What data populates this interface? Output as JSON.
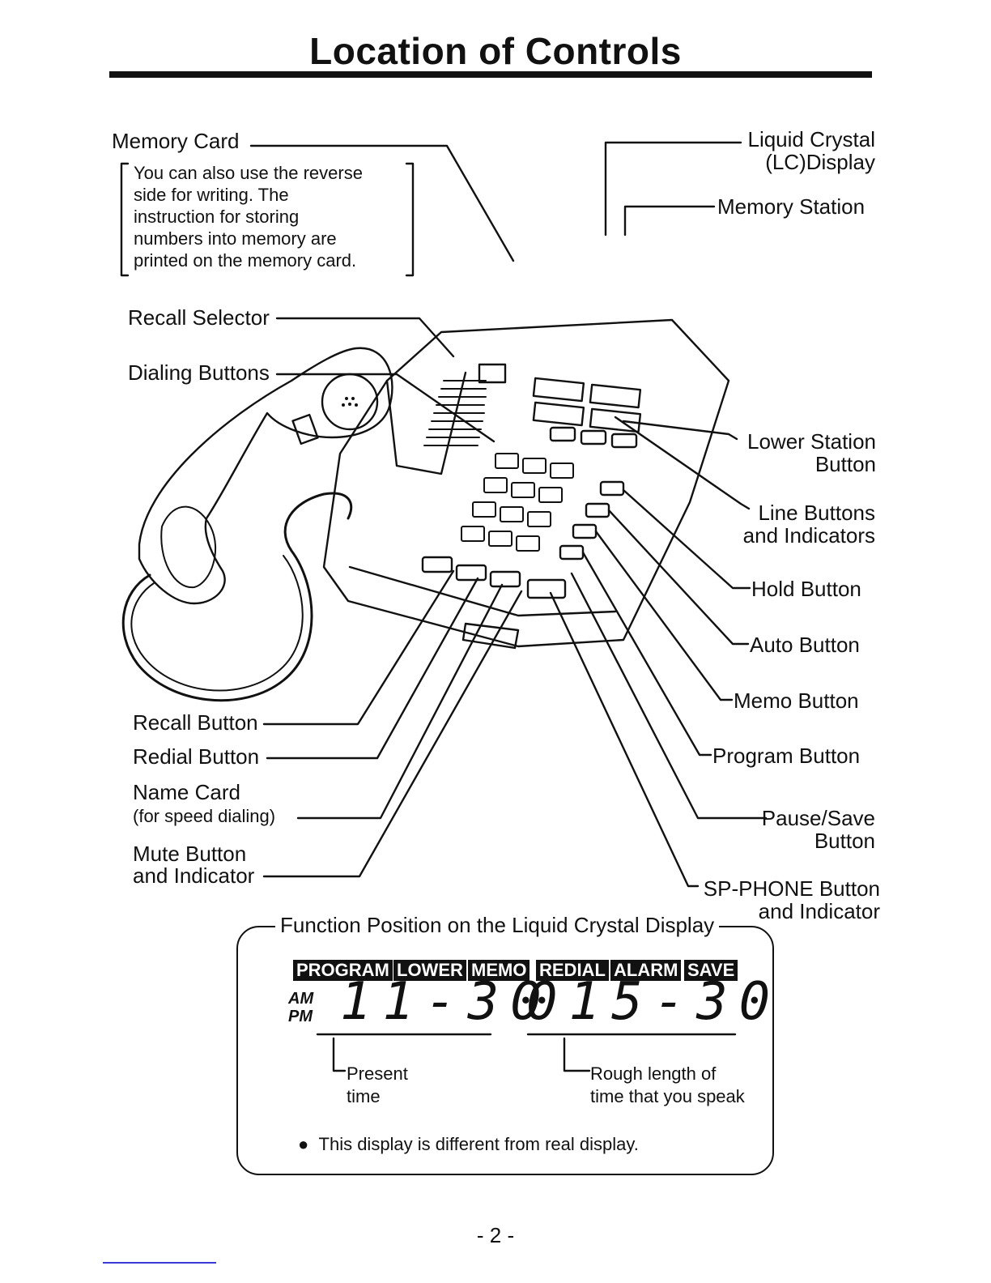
{
  "page": {
    "title": "Location of Controls",
    "page_number": "- 2 -"
  },
  "memory_card": {
    "label": "Memory Card",
    "note_lines": [
      "You can also use the reverse",
      "side for writing. The",
      "instruction for storing",
      "numbers into memory are",
      "printed on the memory card."
    ]
  },
  "left_labels": {
    "recall_selector": "Recall Selector",
    "dialing_buttons": "Dialing Buttons",
    "recall_button": "Recall Button",
    "redial_button": "Redial Button",
    "name_card": "Name Card",
    "name_card_sub": "(for speed dialing)",
    "mute_button": "Mute Button",
    "mute_button_2": "and Indicator"
  },
  "right_labels": {
    "lc_display_1": "Liquid Crystal",
    "lc_display_2": "(LC)Display",
    "memory_station": "Memory Station",
    "lower_station_1": "Lower Station",
    "lower_station_2": "Button",
    "line_buttons_1": "Line Buttons",
    "line_buttons_2": "and Indicators",
    "hold_button": "Hold Button",
    "auto_button": "Auto Button",
    "memo_button": "Memo Button",
    "program_button": "Program Button",
    "pause_save_1": "Pause/Save",
    "pause_save_2": "Button",
    "sp_phone_1": "SP-PHONE Button",
    "sp_phone_2": "and Indicator"
  },
  "lcd_panel": {
    "heading": "Function Position on the Liquid Crystal Display",
    "tags": [
      "PROGRAM",
      "LOWER",
      "MEMO",
      "REDIAL",
      "ALARM",
      "SAVE"
    ],
    "am": "AM",
    "pm": "PM",
    "present_time_digits": "11-30",
    "speak_time_digits": "015-30",
    "present_label_1": "Present",
    "present_label_2": "time",
    "rough_label_1": "Rough length of",
    "rough_label_2": "time that you speak",
    "note": "This display is different from real display."
  }
}
